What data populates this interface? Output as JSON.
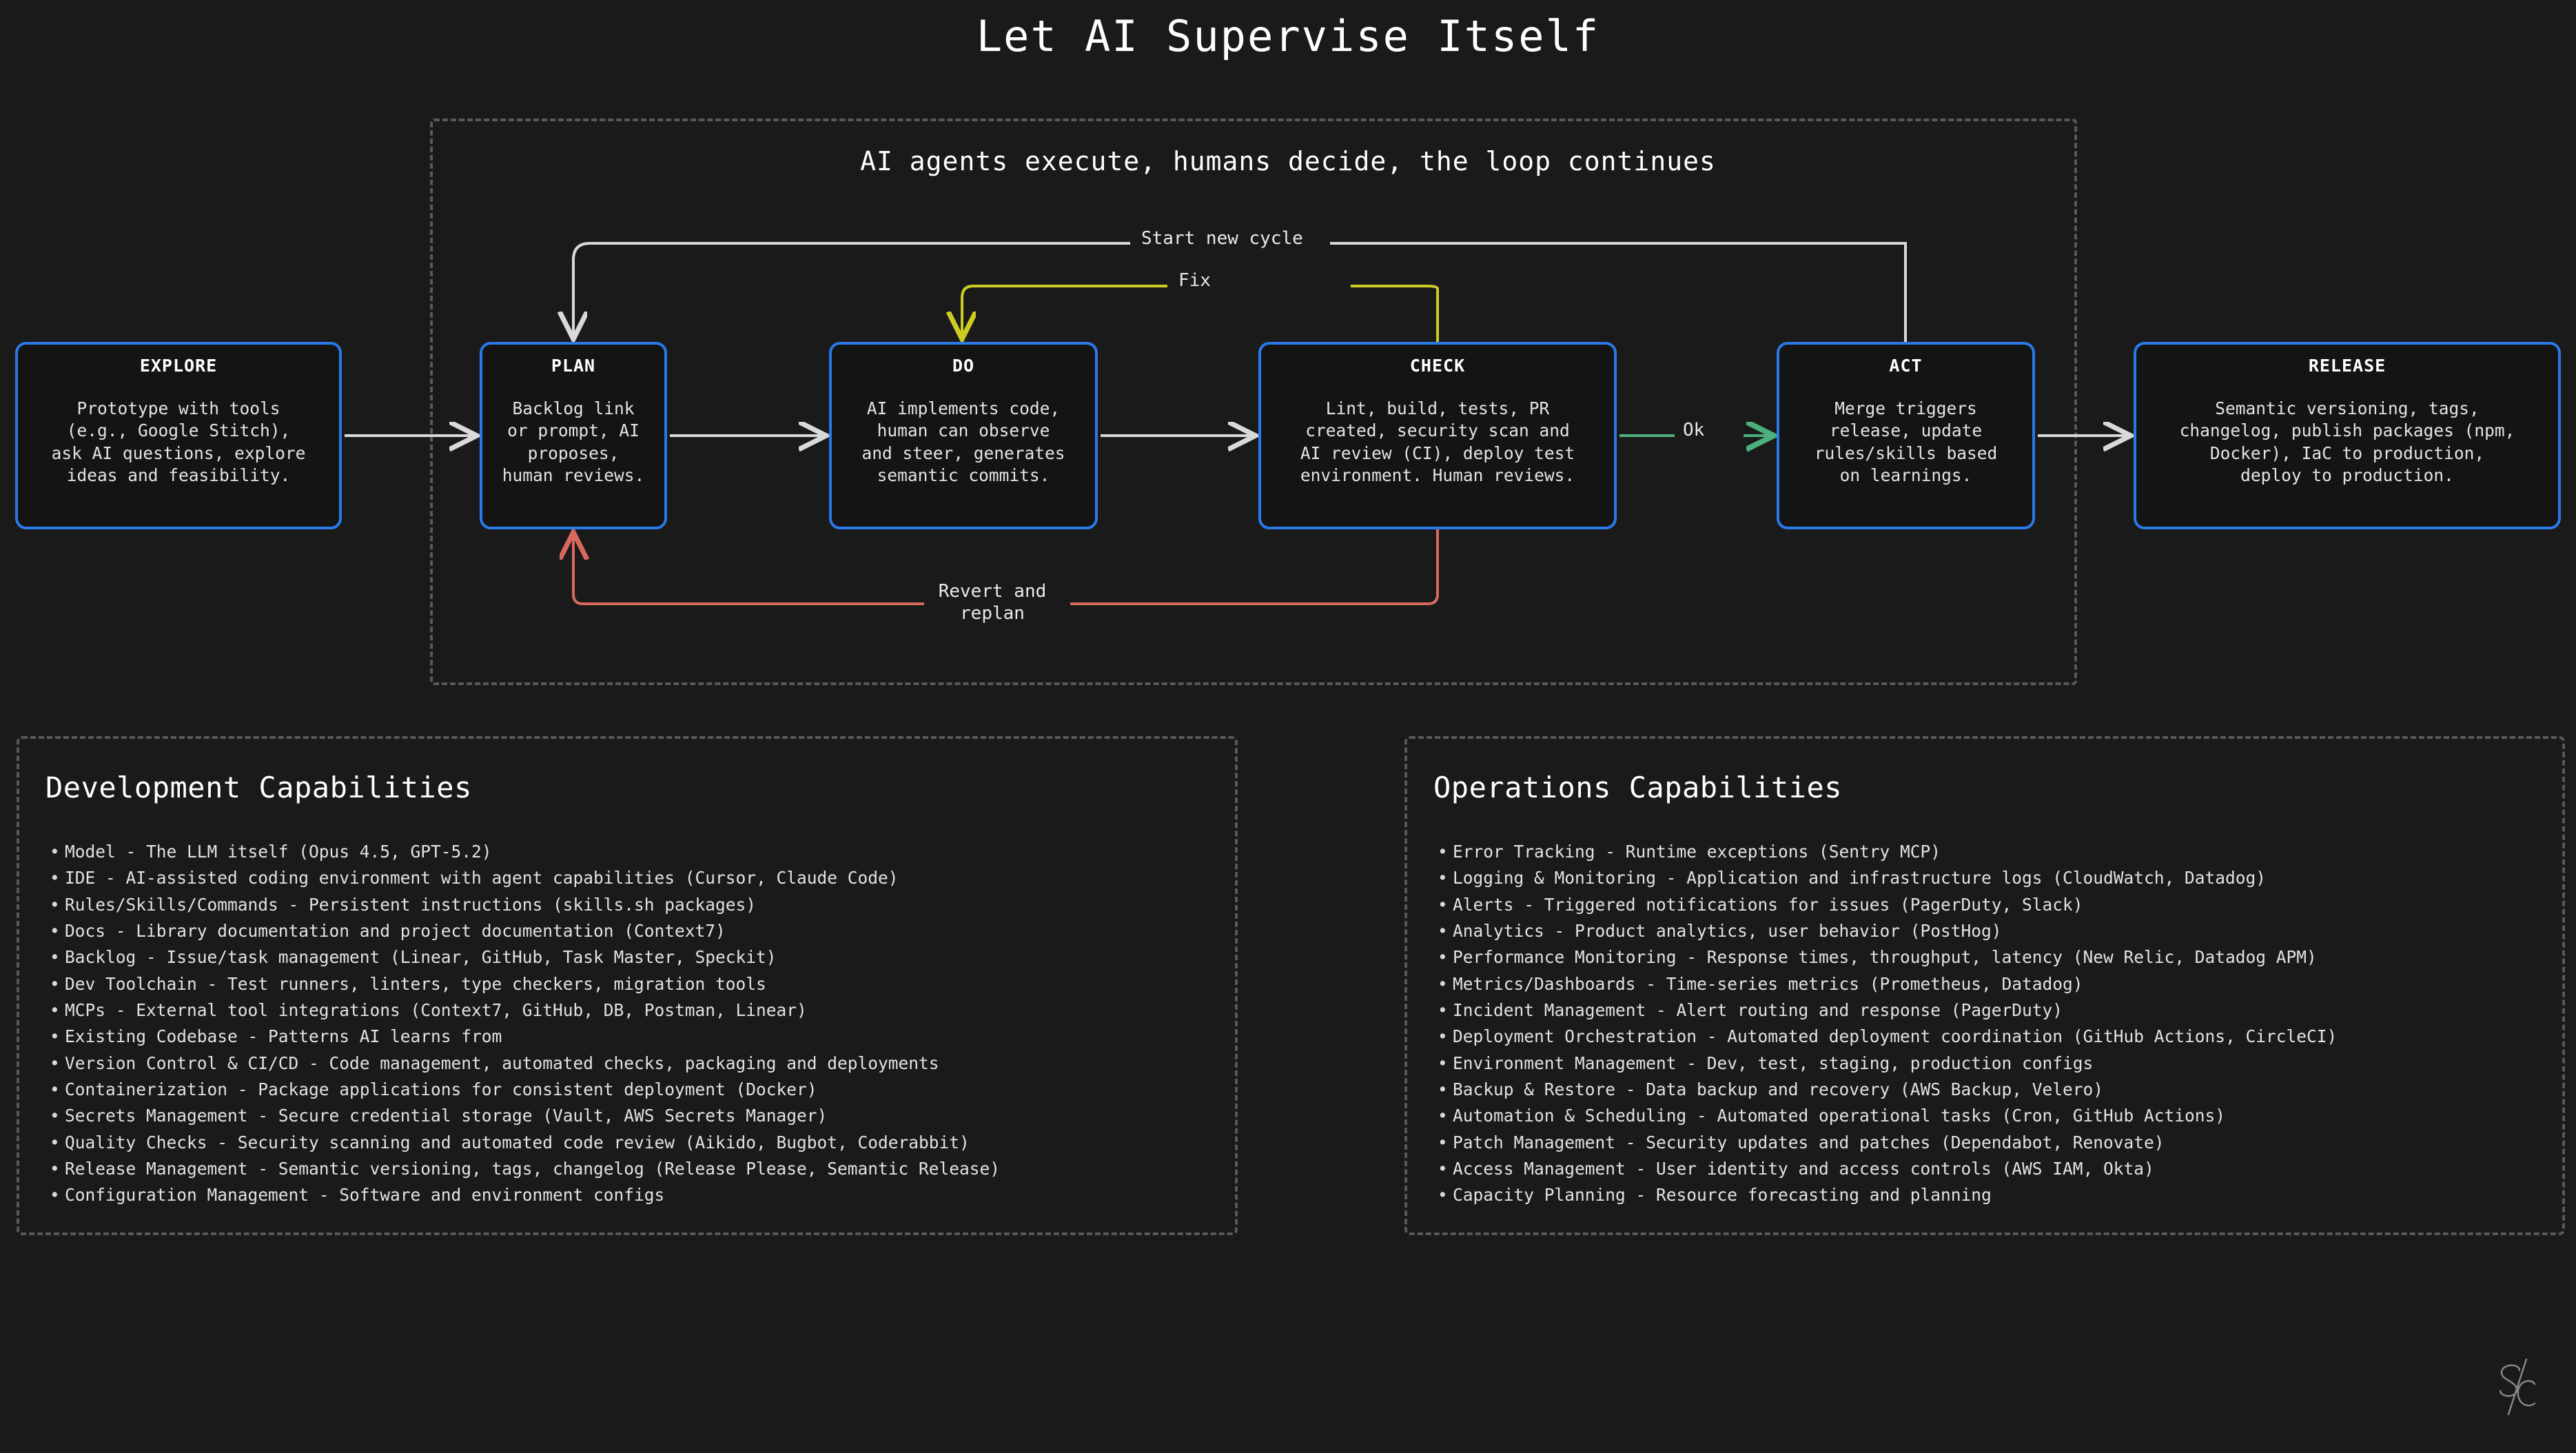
{
  "title": "Let AI Supervise Itself",
  "flow": {
    "subtitle": "AI agents execute, humans decide, the loop continues",
    "nodes": [
      {
        "key": "explore",
        "title": "EXPLORE",
        "desc": "Prototype with tools\n(e.g., Google Stitch),\nask AI questions, explore\nideas and feasibility."
      },
      {
        "key": "plan",
        "title": "PLAN",
        "desc": "Backlog link\nor prompt, AI\nproposes,\nhuman reviews."
      },
      {
        "key": "do",
        "title": "DO",
        "desc": "AI implements code,\nhuman can observe\nand steer, generates\nsemantic commits."
      },
      {
        "key": "check",
        "title": "CHECK",
        "desc": "Lint, build, tests, PR\ncreated, security scan and\nAI review (CI), deploy test\nenvironment. Human reviews."
      },
      {
        "key": "act",
        "title": "ACT",
        "desc": "Merge triggers\nrelease, update\nrules/skills based\non learnings."
      },
      {
        "key": "release",
        "title": "RELEASE",
        "desc": "Semantic versioning, tags,\nchangelog, publish packages (npm,\nDocker), IaC to production,\ndeploy to production."
      }
    ],
    "edges": {
      "start_new_cycle": "Start new cycle",
      "fix": "Fix",
      "ok": "Ok",
      "revert_and_replan": "Revert and\nreplan"
    },
    "colors": {
      "node_border": "#2979e8",
      "default_arrow": "#d9d9d9",
      "fix_arrow": "#cccc22",
      "ok_arrow": "#4caf7d",
      "revert_arrow": "#d9685e",
      "container_border": "#585858"
    }
  },
  "panels": [
    {
      "key": "development",
      "title": "Development Capabilities",
      "items": [
        "Model - The LLM itself (Opus 4.5, GPT-5.2)",
        "IDE - AI-assisted coding environment with agent capabilities (Cursor, Claude Code)",
        "Rules/Skills/Commands - Persistent instructions (skills.sh packages)",
        "Docs - Library documentation and project documentation (Context7)",
        "Backlog - Issue/task management (Linear, GitHub, Task Master, Speckit)",
        "Dev Toolchain - Test runners, linters, type checkers, migration tools",
        "MCPs - External tool integrations (Context7, GitHub, DB, Postman, Linear)",
        "Existing Codebase - Patterns AI learns from",
        "Version Control & CI/CD - Code management, automated checks, packaging and deployments",
        "Containerization - Package applications for consistent deployment (Docker)",
        "Secrets Management - Secure credential storage (Vault, AWS Secrets Manager)",
        "Quality Checks - Security scanning and automated code review (Aikido, Bugbot, Coderabbit)",
        "Release Management - Semantic versioning, tags, changelog (Release Please, Semantic Release)",
        "Configuration Management - Software and environment configs"
      ]
    },
    {
      "key": "operations",
      "title": "Operations Capabilities",
      "items": [
        "Error Tracking - Runtime exceptions (Sentry MCP)",
        "Logging & Monitoring - Application and infrastructure logs (CloudWatch, Datadog)",
        "Alerts - Triggered notifications for issues (PagerDuty, Slack)",
        "Analytics - Product analytics, user behavior (PostHog)",
        "Performance Monitoring - Response times, throughput, latency (New Relic, Datadog APM)",
        "Metrics/Dashboards - Time-series metrics (Prometheus, Datadog)",
        "Incident Management - Alert routing and response (PagerDuty)",
        "Deployment Orchestration - Automated deployment coordination (GitHub Actions, CircleCI)",
        "Environment Management - Dev, test, staging, production configs",
        "Backup & Restore - Data backup and recovery (AWS Backup, Velero)",
        "Automation & Scheduling - Automated operational tasks (Cron, GitHub Actions)",
        "Patch Management - Security updates and patches (Dependabot, Renovate)",
        "Access Management - User identity and access controls (AWS IAM, Okta)",
        "Capacity Planning - Resource forecasting and planning"
      ]
    }
  ],
  "watermark": {
    "name": "sc-monogram"
  }
}
